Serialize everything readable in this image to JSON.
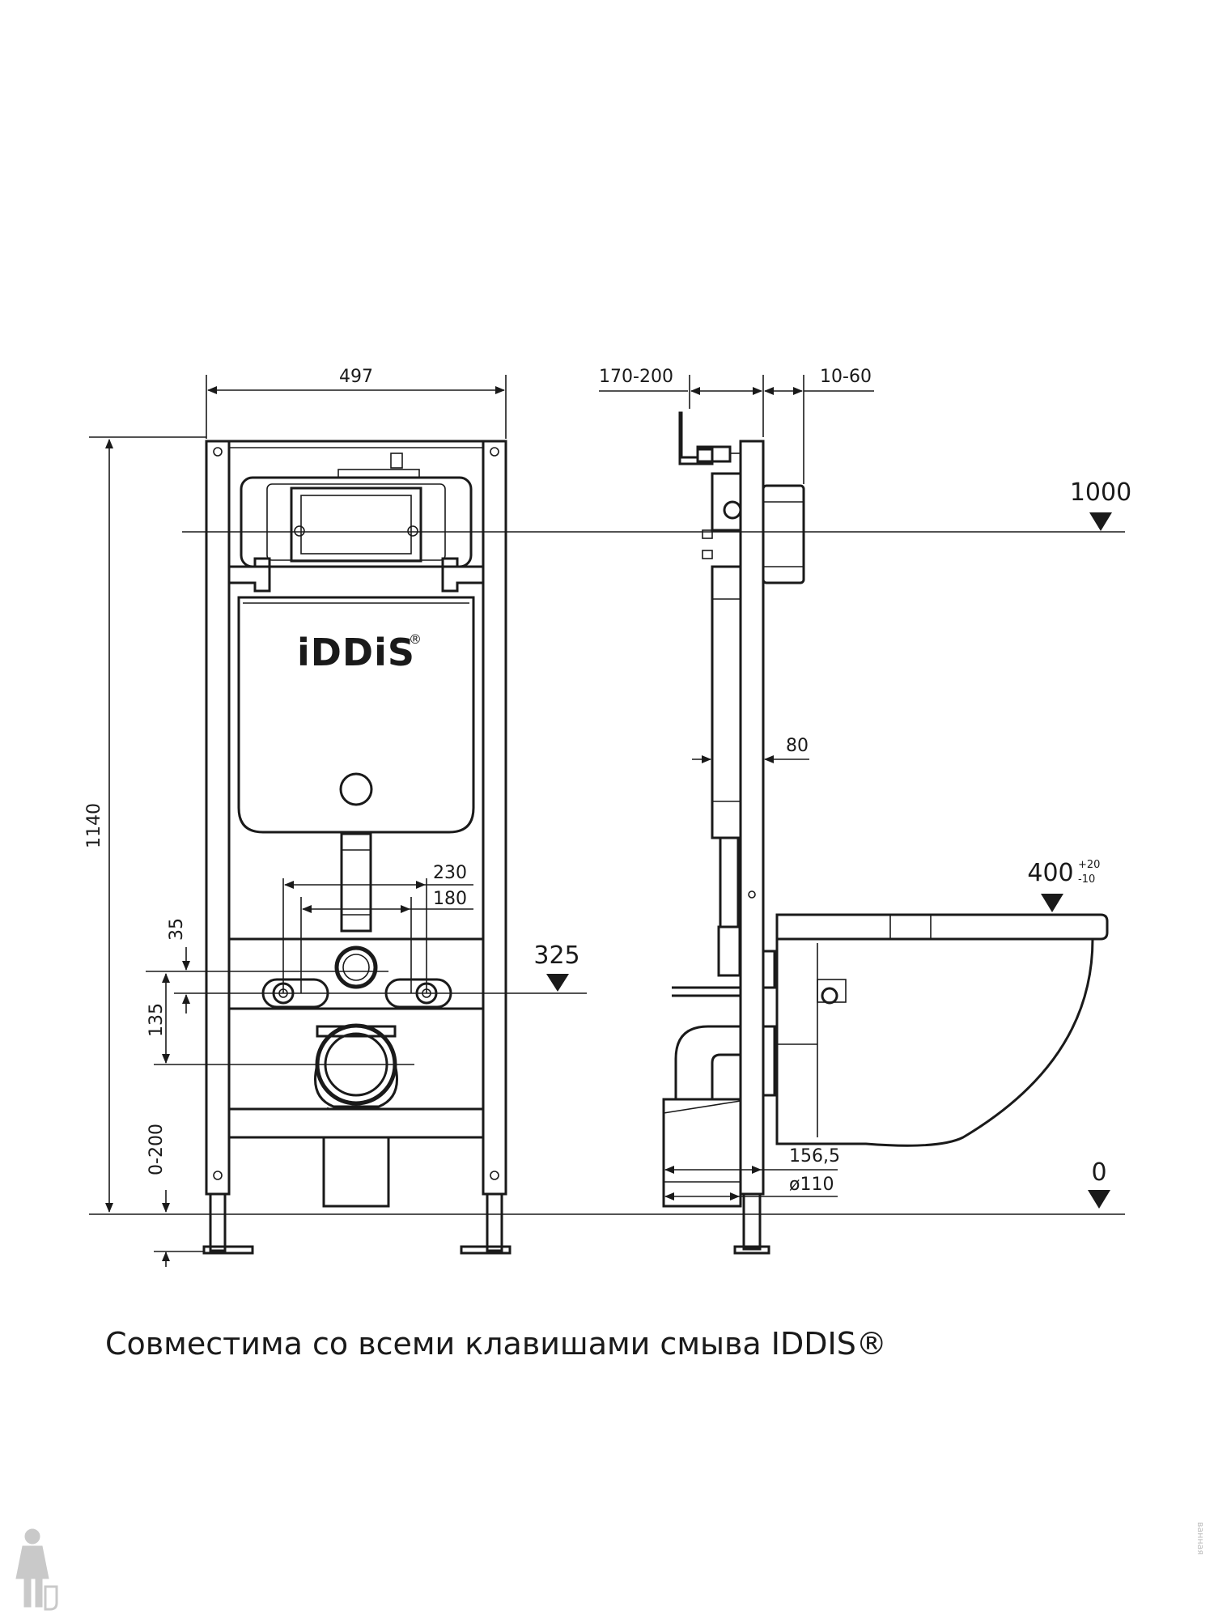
{
  "diagram": {
    "dimensions": {
      "frame_width": "497",
      "frame_height": "1140",
      "depth_range": "170-200",
      "offset_range": "10-60",
      "tank_depth": "80",
      "bolt_spacing_outer": "230",
      "bolt_spacing_inner": "180",
      "gap_upper": "35",
      "gap_lower": "135",
      "leg_adjust": "0-200",
      "outlet_depth": "156,5",
      "outlet_diameter": "ø110"
    },
    "levels": {
      "flush_plate": "1000",
      "bolt_level": "325",
      "bowl_rim": "400",
      "bowl_rim_tol_plus": "+20",
      "bowl_rim_tol_minus": "-10",
      "floor": "0"
    },
    "logo": "iDDiS",
    "logo_mark": "®"
  },
  "caption": "Совместима со всеми клавишами смыва IDDIS®",
  "watermark": "ванная"
}
